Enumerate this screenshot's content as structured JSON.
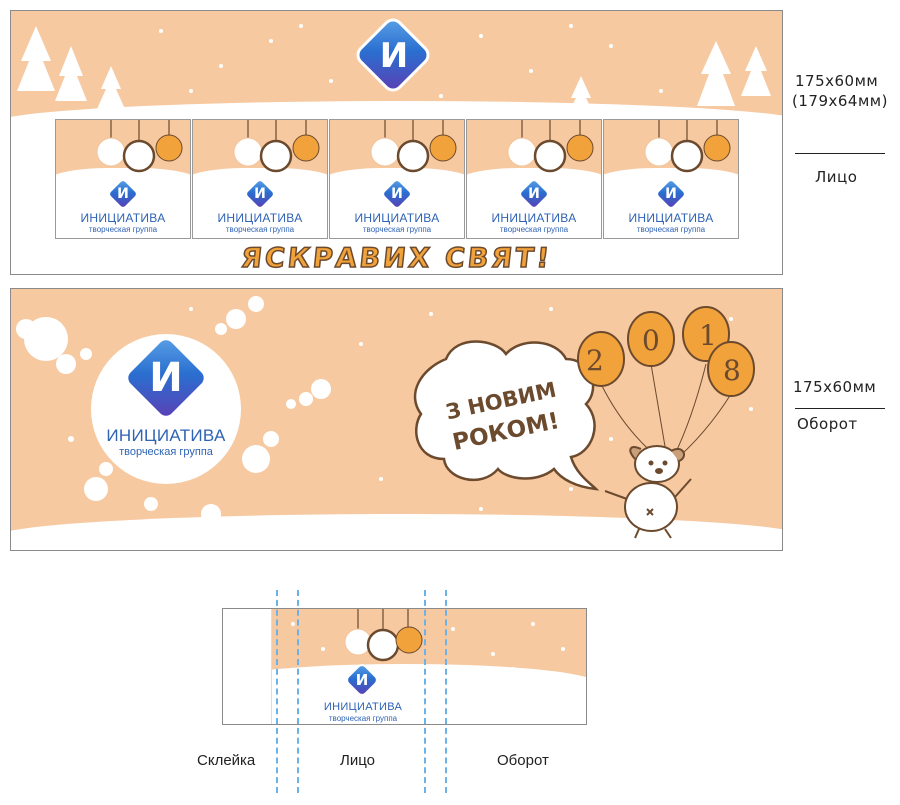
{
  "colors": {
    "peach": "#f7c9a1",
    "brand_blue": "#2f63b5",
    "orange": "#f2a23a",
    "brown": "#6b4a2e"
  },
  "top_panel": {
    "banner_text": "ЯСКРАВИХ СВЯТ!",
    "logo_letter": "И",
    "card_brand": "ИНИЦИАТИВА",
    "card_sub": "творческая группа",
    "card_count": 5
  },
  "middle_panel": {
    "logo_letter": "И",
    "brand": "ИНИЦИАТИВА",
    "sub": "творческая группа",
    "bubble_line1": "З НОВИМ",
    "bubble_line2": "РОКОМ!",
    "balloons": [
      "2",
      "0",
      "1",
      "8"
    ]
  },
  "bottom_panel": {
    "logo_letter": "И",
    "brand": "ИНИЦИАТИВА",
    "sub": "творческая группа"
  },
  "side_labels": {
    "top_size": "175х60мм",
    "top_size_alt": "(179х64мм)",
    "top_face": "Лицо",
    "mid_size": "175х60мм",
    "mid_back": "Оборот"
  },
  "bottom_labels": {
    "glue": "Склейка",
    "face": "Лицо",
    "back": "Оборот"
  },
  "icons": [
    "christmas-tree-icon",
    "snowflake-ornament-icon",
    "deer-ornament-icon",
    "dog-illustration-icon",
    "balloon-icon"
  ]
}
